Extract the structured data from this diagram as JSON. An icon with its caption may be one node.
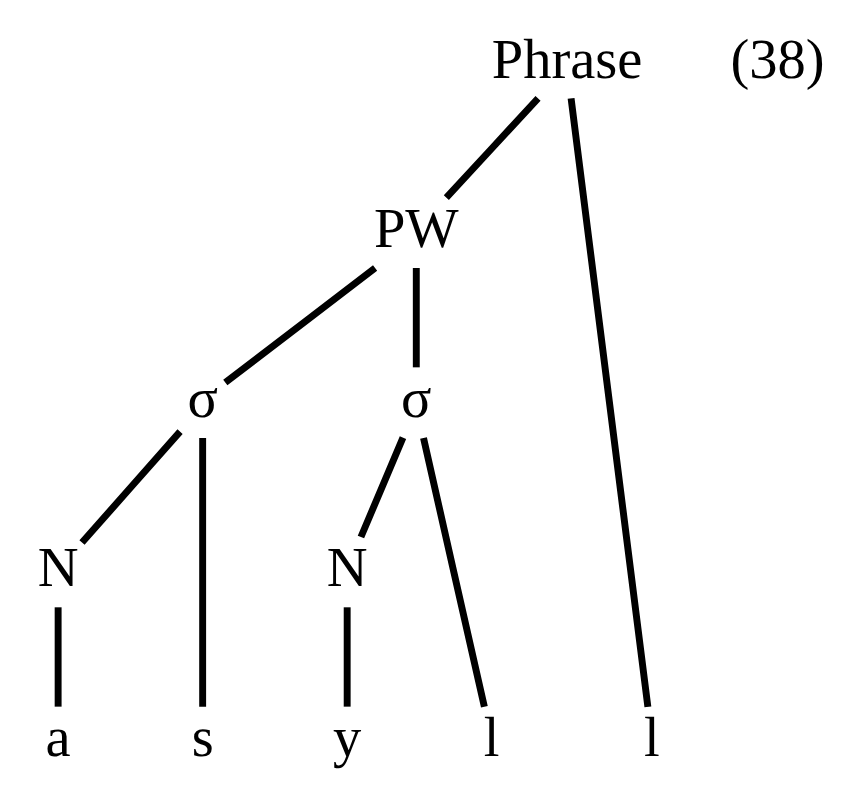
{
  "diagram": {
    "nodes": [
      {
        "text": [
          "Phrase"
        ]
      },
      {
        "text": [
          "PW"
        ]
      },
      {
        "text": [
          "σ"
        ]
      },
      {
        "text": [
          "σ"
        ]
      },
      {
        "text": [
          "N"
        ]
      },
      {
        "text": [
          "N"
        ]
      },
      {
        "text": [
          "l"
        ]
      },
      {
        "text": [
          "s"
        ]
      },
      {
        "text": [
          "a"
        ]
      },
      {
        "text": [
          "l"
        ]
      },
      {
        "text": [
          "y"
        ]
      }
    ],
    "edges": [
      {
        "from": 0,
        "to": 6,
        "arrow": "none"
      },
      {
        "from": 0,
        "to": 1,
        "arrow": "none"
      },
      {
        "from": 1,
        "to": 2,
        "arrow": "none"
      },
      {
        "from": 1,
        "to": 3,
        "arrow": "none"
      },
      {
        "from": 2,
        "to": 7,
        "arrow": "none"
      },
      {
        "from": 2,
        "to": 4,
        "arrow": "none"
      },
      {
        "from": 4,
        "to": 8,
        "arrow": "none"
      },
      {
        "from": 3,
        "to": 9,
        "arrow": "none"
      },
      {
        "from": 3,
        "to": 5,
        "arrow": "none"
      },
      {
        "from": 5,
        "to": 10,
        "arrow": "none"
      }
    ],
    "labels": [
      "(38)"
    ]
  }
}
